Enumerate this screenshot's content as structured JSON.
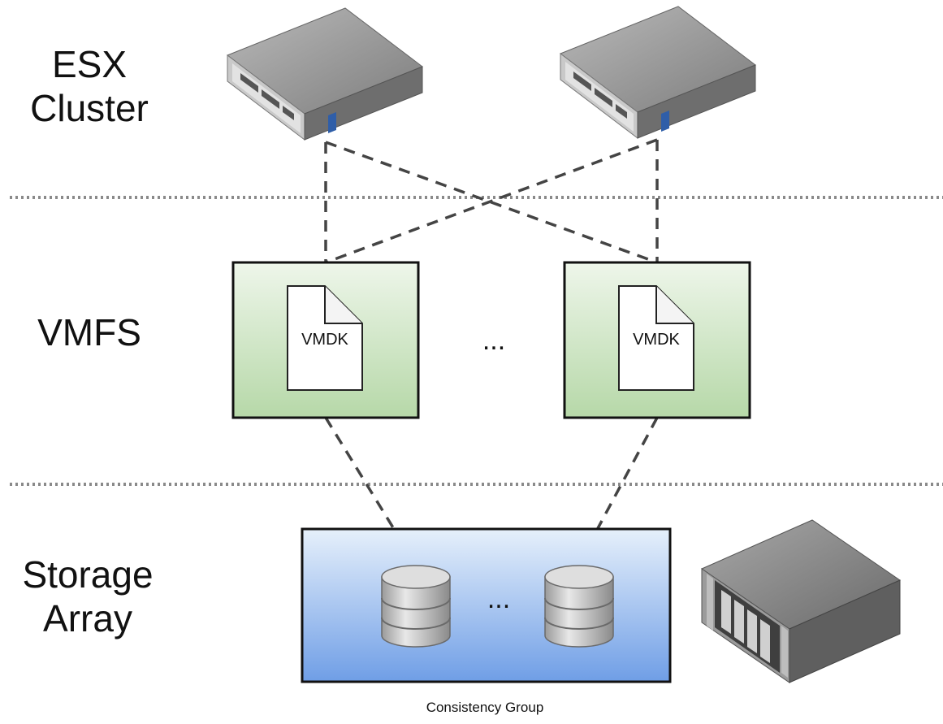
{
  "tiers": {
    "esx": {
      "line1": "ESX",
      "line2": "Cluster"
    },
    "vmfs": {
      "label": "VMFS"
    },
    "storage": {
      "line1": "Storage",
      "line2": "Array"
    }
  },
  "vmfs_volumes": [
    {
      "file_label": "VMDK"
    },
    {
      "file_label": "VMDK"
    }
  ],
  "ellipsis_vmfs": "...",
  "ellipsis_storage": "...",
  "consistency_group_label": "Consistency Group",
  "colors": {
    "vmfs_fill_top": "#eef6ea",
    "vmfs_fill_bottom": "#b6d8a8",
    "storage_fill_top": "#e6f0fb",
    "storage_fill_bottom": "#6f9ee6",
    "divider": "#8a8a8a",
    "dash_line": "#444444"
  }
}
